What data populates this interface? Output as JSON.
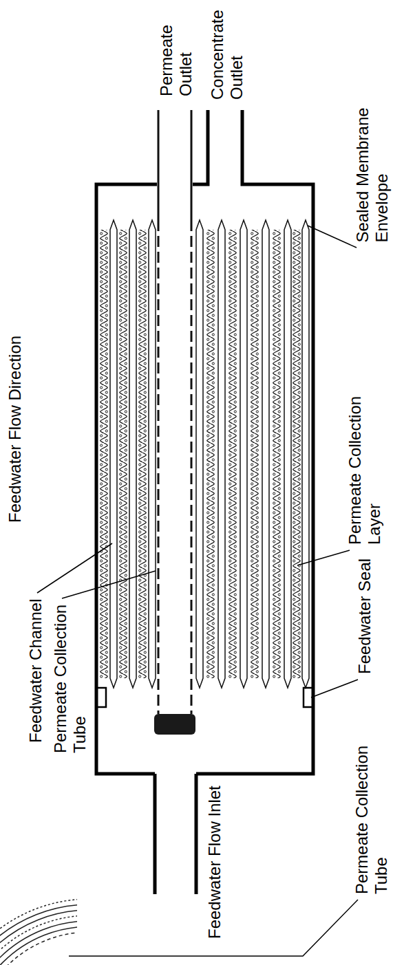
{
  "diagram": {
    "labels": [
      "Feedwater Flow Direction",
      "Permeate Outlet",
      "Concentrate Outlet",
      "Sealed Membrane Envelope",
      "Permeate Collection Layer",
      "Feedwater Seal",
      "Permeate Collection Tube",
      "Feedwater Channel",
      "Permeate Collection Tube",
      "Feedwater Flow Inlet"
    ]
  }
}
